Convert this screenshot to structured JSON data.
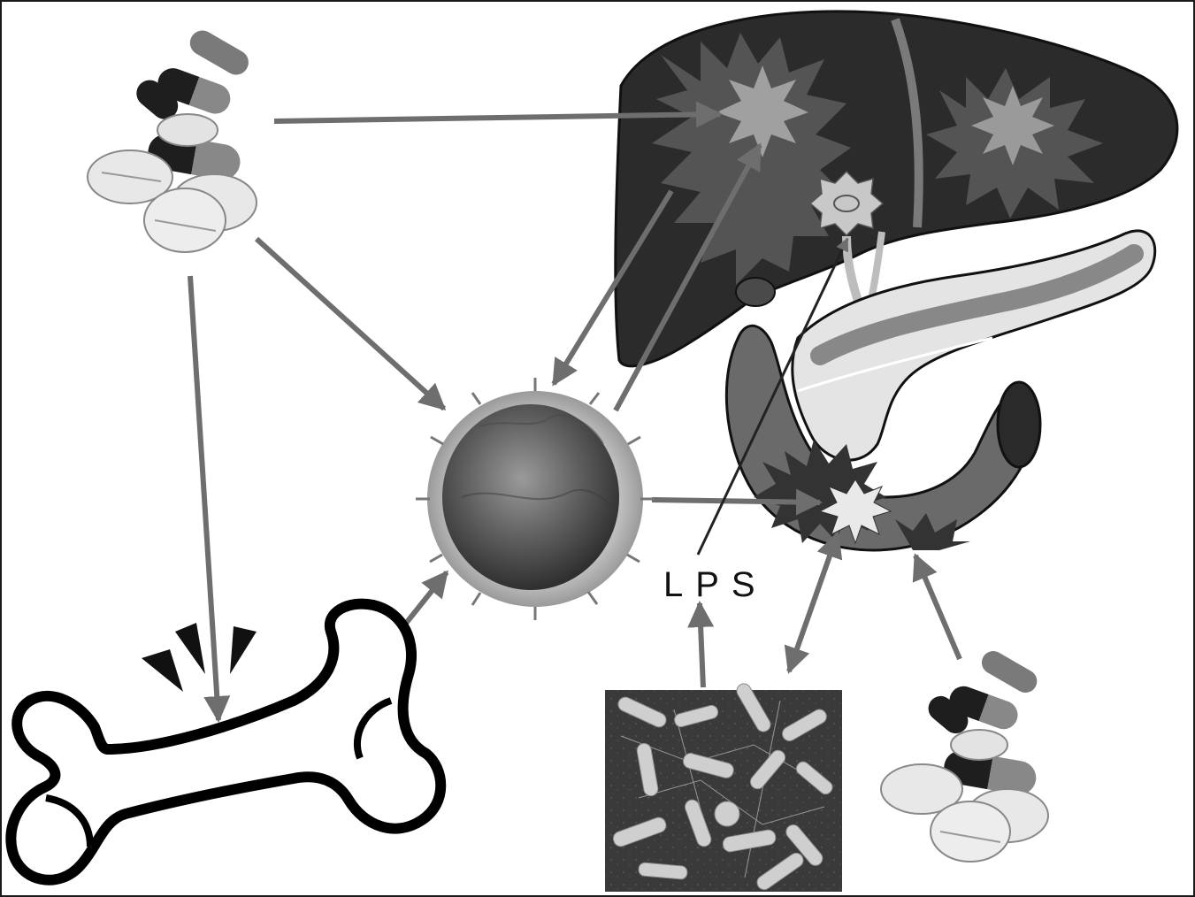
{
  "diagram": {
    "labels": {
      "lps": "LPS"
    },
    "nodes": [
      {
        "id": "drugs-top-left",
        "icon": "pills-icon"
      },
      {
        "id": "liver",
        "icon": "liver-icon"
      },
      {
        "id": "pancreas",
        "icon": "pancreas-icon"
      },
      {
        "id": "duodenum",
        "icon": "intestine-icon"
      },
      {
        "id": "immune-cell",
        "icon": "immune-cell-icon"
      },
      {
        "id": "bone",
        "icon": "bone-icon"
      },
      {
        "id": "bacteria",
        "icon": "bacteria-micrograph-icon"
      },
      {
        "id": "drugs-bottom-right",
        "icon": "pills-icon"
      }
    ],
    "colors": {
      "arrow": "#6e6e6e",
      "liver": "#2b2b2b",
      "liver_spikes": "#6a6a6a",
      "cell": "#5a5a5a",
      "bone_outline": "#000000"
    }
  }
}
